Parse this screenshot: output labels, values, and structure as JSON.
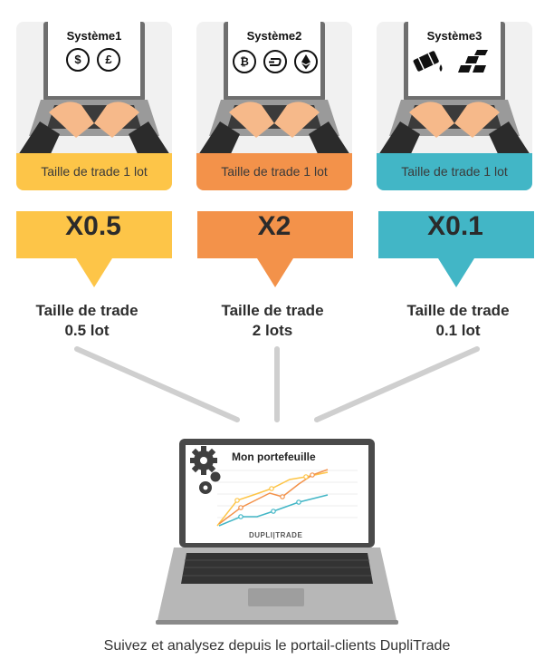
{
  "systems": [
    {
      "title": "Système1",
      "band_label": "Taille de trade 1 lot",
      "multiplier": "X0.5",
      "trade_size_line1": "Taille de trade",
      "trade_size_line2": "0.5 lot",
      "color": "#fdc548"
    },
    {
      "title": "Système2",
      "band_label": "Taille de trade 1 lot",
      "multiplier": "X2",
      "trade_size_line1": "Taille de trade",
      "trade_size_line2": "2 lots",
      "color": "#f3924a"
    },
    {
      "title": "Système3",
      "band_label": "Taille de trade 1 lot",
      "multiplier": "X0.1",
      "trade_size_line1": "Taille de trade",
      "trade_size_line2": "0.1 lot",
      "color": "#42b6c6"
    }
  ],
  "icons": {
    "system1": [
      "dollar-icon",
      "pound-icon"
    ],
    "system2": [
      "bitcoin-icon",
      "dash-icon",
      "ethereum-icon"
    ],
    "system3": [
      "oil-barrel-icon",
      "gold-bars-icon"
    ],
    "portfolio": [
      "gears-icon"
    ]
  },
  "coin_symbols": {
    "dollar": "$",
    "pound": "£",
    "bitcoin": "₿"
  },
  "portfolio": {
    "title": "Mon portefeuille",
    "brand": "DUPLI|TRADE"
  },
  "footer": "Suivez et analysez depuis le portail-clients DupliTrade"
}
